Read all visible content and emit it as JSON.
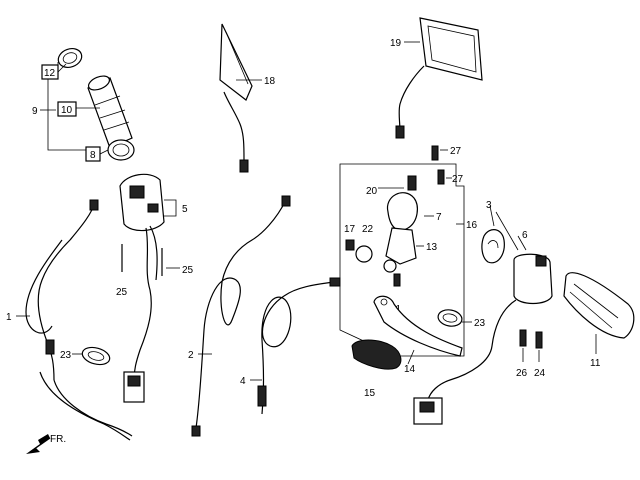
{
  "callouts": {
    "c1": "1",
    "c2": "2",
    "c3": "3",
    "c4": "4",
    "c5": "5",
    "c6": "6",
    "c7": "7",
    "c8": "8",
    "c9": "9",
    "c10": "10",
    "c11": "11",
    "c12": "12",
    "c13": "13",
    "c14": "14",
    "c15": "15",
    "c16": "16",
    "c17": "17",
    "c18": "18",
    "c19": "19",
    "c20": "20",
    "c21": "21",
    "c22": "22",
    "c23a": "23",
    "c23b": "23",
    "c24": "24",
    "c25a": "25",
    "c25b": "25",
    "c26": "26",
    "c27a": "27",
    "c27b": "27"
  },
  "direction_label": "FR.",
  "icons": {
    "direction": "arrow-down-left-icon"
  }
}
